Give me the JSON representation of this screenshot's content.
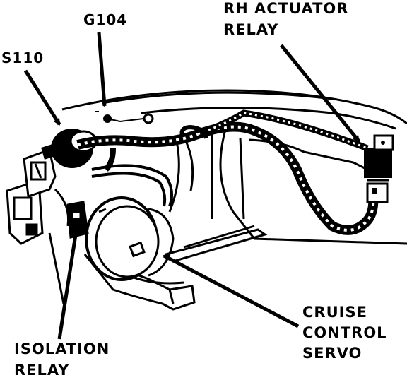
{
  "labels": {
    "s110": "S110",
    "g104": "G104",
    "rh_actuator_relay": [
      "RH ACTUATOR",
      "RELAY"
    ],
    "cruise_control_servo": [
      "CRUISE",
      "CONTROL",
      "SERVO"
    ],
    "isolation_relay": [
      "ISOLATION",
      "RELAY"
    ]
  },
  "colors": {
    "ink": "#000000",
    "paper": "#ffffff"
  }
}
